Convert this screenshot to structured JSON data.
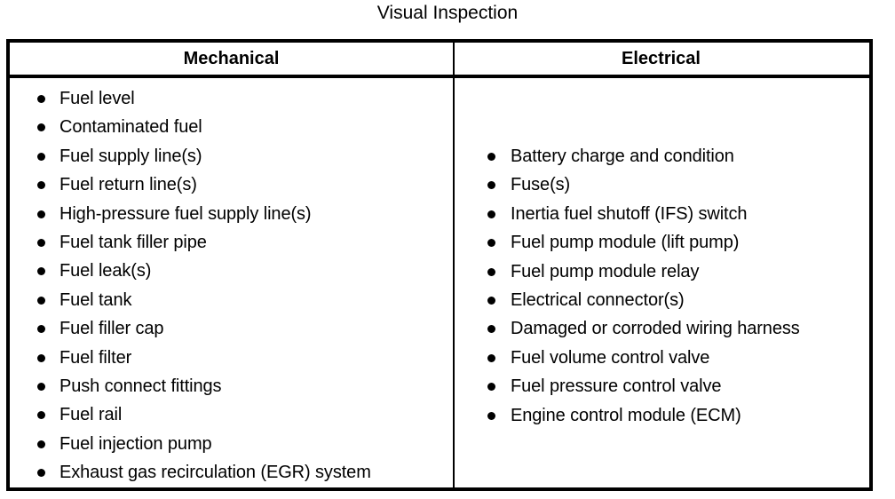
{
  "title": "Visual Inspection",
  "table": {
    "columns": [
      {
        "key": "mechanical",
        "header": "Mechanical"
      },
      {
        "key": "electrical",
        "header": "Electrical"
      }
    ],
    "mechanical_items": [
      "Fuel level",
      "Contaminated fuel",
      "Fuel supply line(s)",
      "Fuel return line(s)",
      "High-pressure fuel supply line(s)",
      "Fuel tank filler pipe",
      "Fuel leak(s)",
      "Fuel tank",
      "Fuel filler cap",
      "Fuel filter",
      "Push connect fittings",
      "Fuel rail",
      "Fuel injection pump",
      "Exhaust gas recirculation (EGR) system"
    ],
    "electrical_items": [
      "Battery charge and condition",
      "Fuse(s)",
      "Inertia fuel shutoff (IFS) switch",
      "Fuel pump module (lift pump)",
      "Fuel pump module relay",
      "Electrical connector(s)",
      "Damaged or corroded wiring harness",
      "Fuel volume control valve",
      "Fuel pressure control valve",
      "Engine control module (ECM)"
    ]
  },
  "colors": {
    "text": "#000000",
    "background": "#ffffff",
    "border": "#000000"
  }
}
